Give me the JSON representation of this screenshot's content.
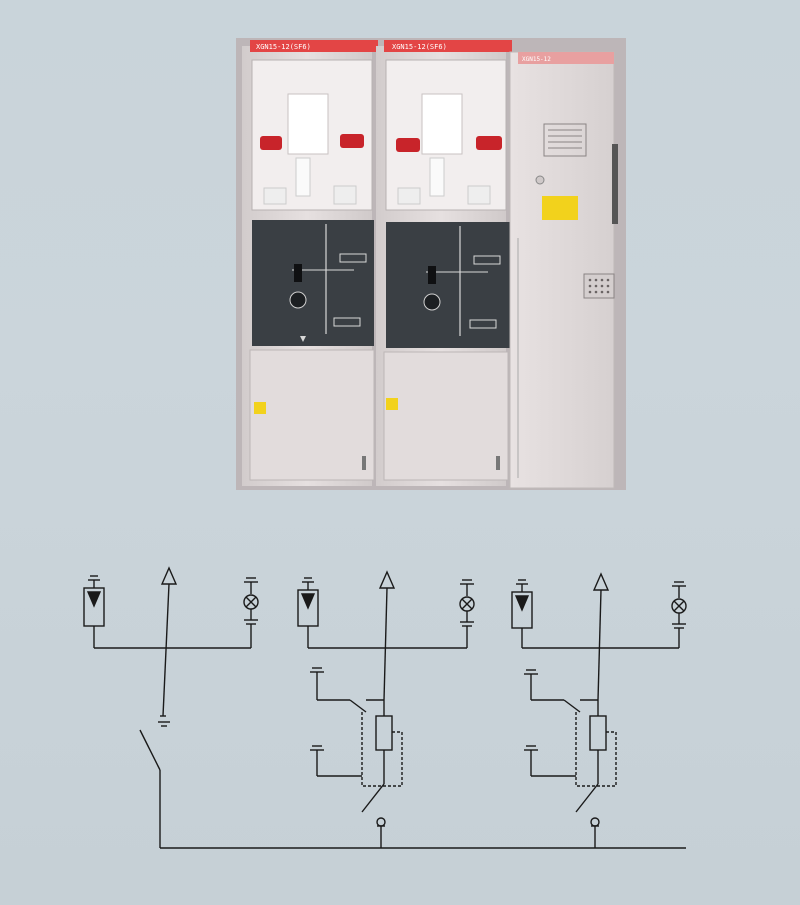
{
  "switchgear": {
    "panel_labels": [
      "XGN15-12(SF6)",
      "XGN15-12(SF6)",
      "XGN15-12"
    ],
    "colors": {
      "cabinet_body": "#d8d2d2",
      "header_strip": "#e03a3a",
      "control_panel": "#3a3f44",
      "fuse_red": "#c8242a",
      "warning_yellow": "#f2d21c",
      "line": "#1a1a1a"
    }
  },
  "schematic": {
    "units": [
      {
        "type": "incoming-load-break-switch"
      },
      {
        "type": "fuse-combination"
      },
      {
        "type": "fuse-combination"
      }
    ],
    "icons": [
      "arrester-icon",
      "indicator-lamp-icon",
      "ground-icon",
      "outgoing-arrow-icon",
      "fuse-icon",
      "switch-icon",
      "busbar"
    ]
  }
}
